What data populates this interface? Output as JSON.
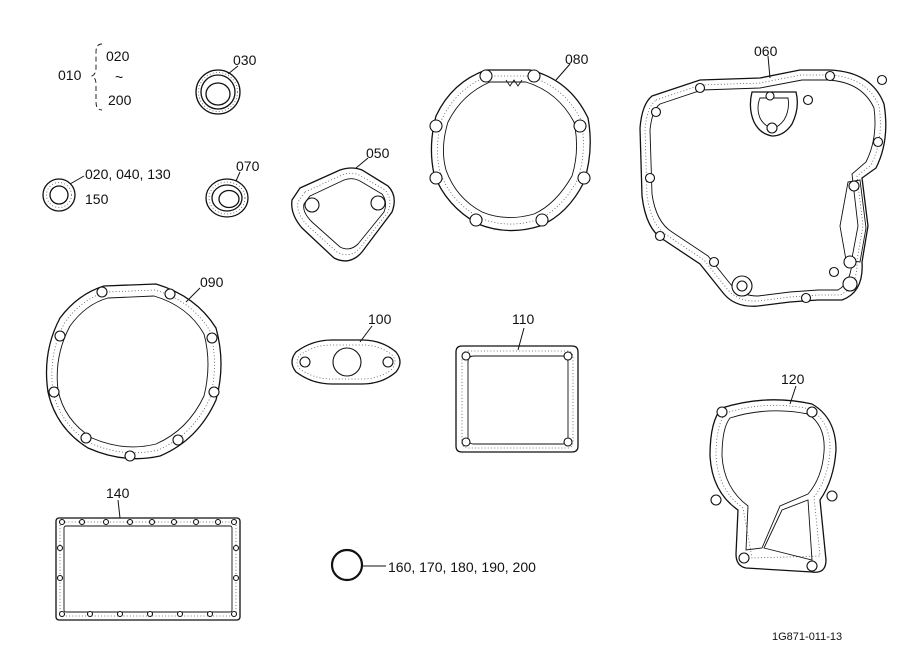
{
  "labels": {
    "p010": "010",
    "p020": "020",
    "p_tilde": "~",
    "p200": "200",
    "p030": "030",
    "p_multi1": "020, 040, 130",
    "p150": "150",
    "p070": "070",
    "p050": "050",
    "p080": "080",
    "p060": "060",
    "p090": "090",
    "p100": "100",
    "p110": "110",
    "p120": "120",
    "p140": "140",
    "p_orings": "160, 170, 180, 190, 200"
  },
  "footer": {
    "diagram_code": "1G871-011-13"
  }
}
